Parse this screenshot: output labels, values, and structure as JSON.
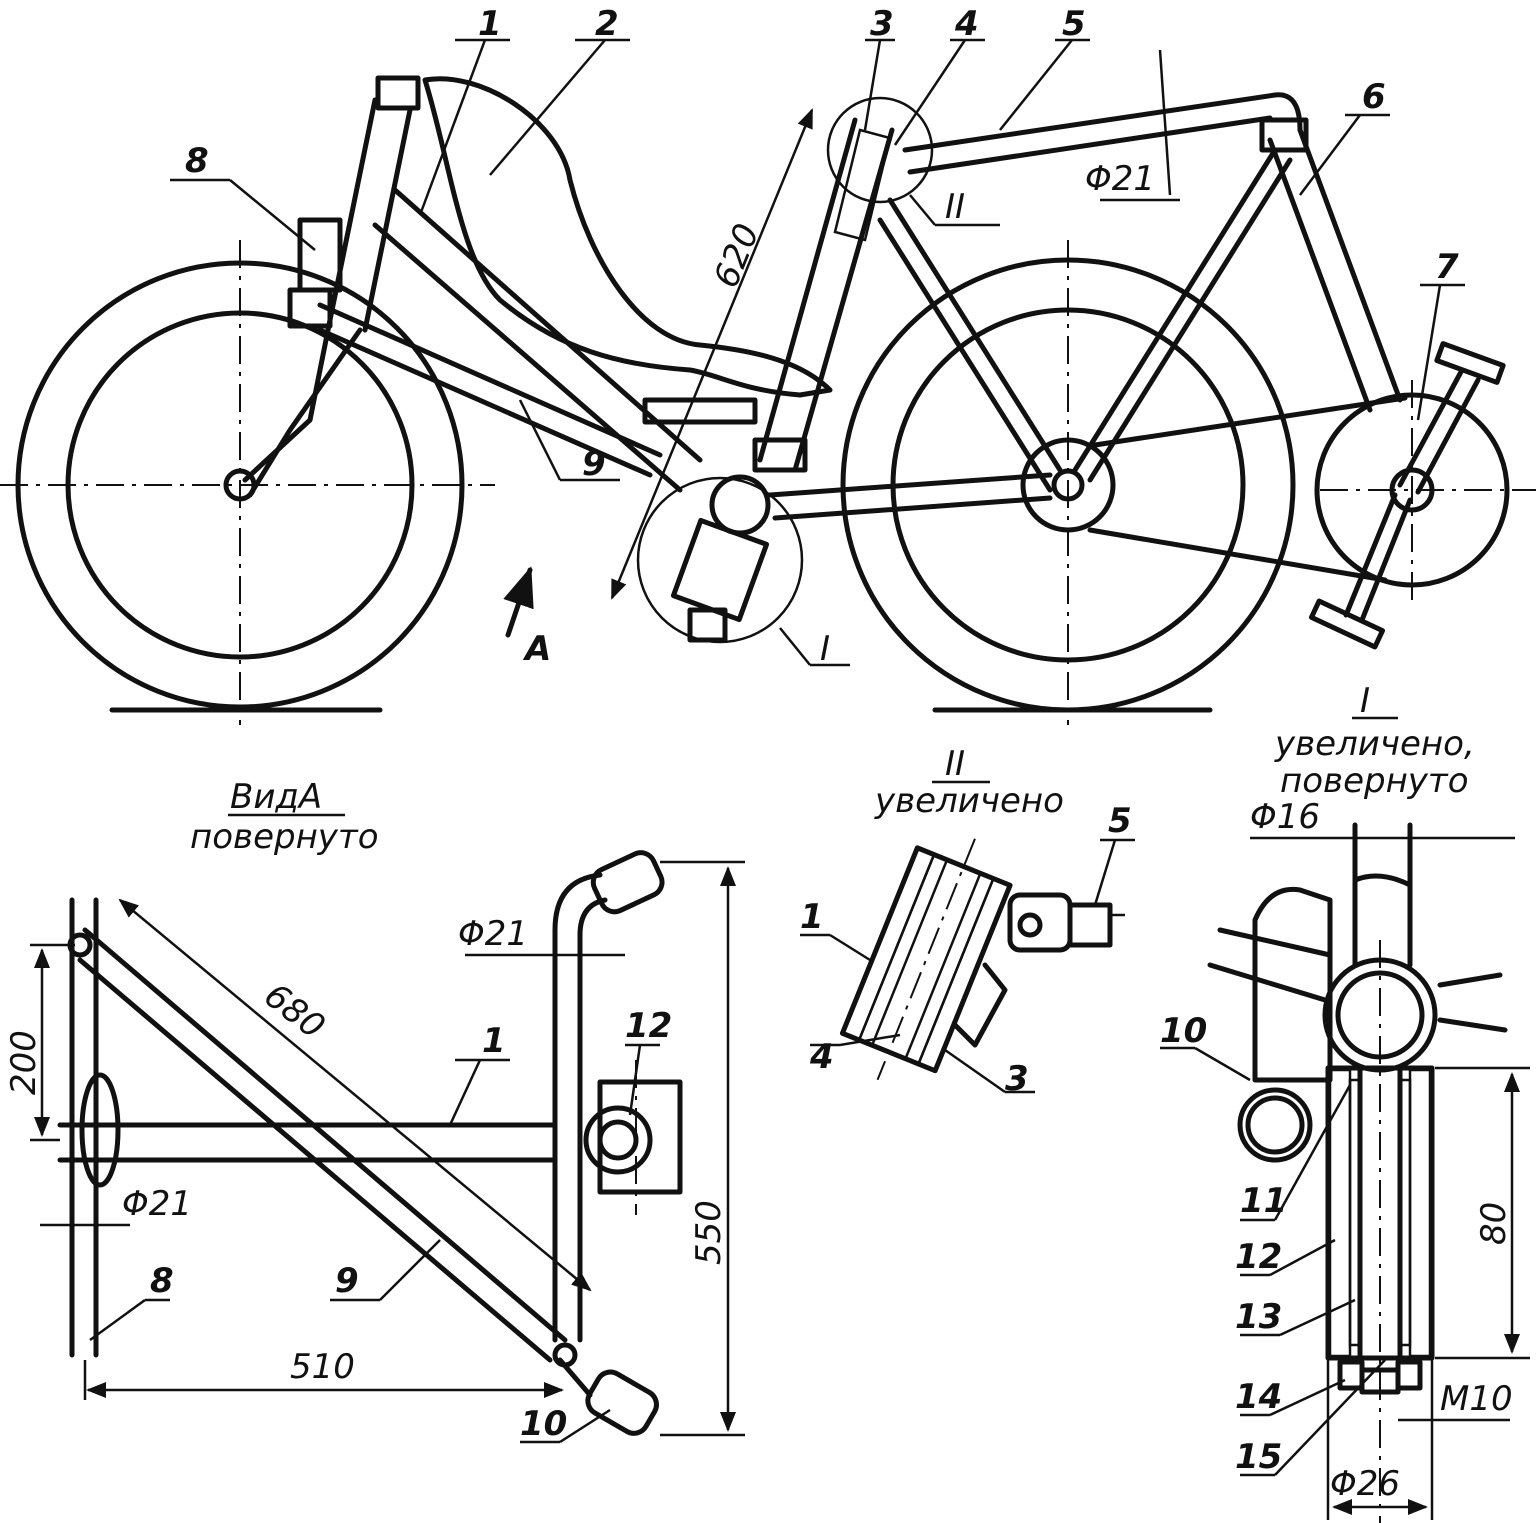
{
  "main_view": {
    "parts": [
      "1",
      "2",
      "3",
      "4",
      "5",
      "6",
      "7",
      "8",
      "9"
    ],
    "dims": {
      "d21": "Φ21",
      "len620": "620"
    },
    "detail_II": "II",
    "detail_I": "I",
    "view_arrow": "A"
  },
  "view_a": {
    "title": "ВидА",
    "subtitle": "повернуто",
    "parts": {
      "p1": "1",
      "p8": "8",
      "p9": "9",
      "p10": "10",
      "p12": "12"
    },
    "dims": {
      "d21_top": "Φ21",
      "d21_left": "Φ21",
      "len680": "680",
      "len200": "200",
      "len510": "510",
      "len550": "550"
    }
  },
  "detail_ii": {
    "numeral": "II",
    "caption": "увеличено",
    "parts": {
      "p1": "1",
      "p3": "3",
      "p4": "4",
      "p5": "5"
    }
  },
  "detail_i": {
    "numeral": "I",
    "caption1": "увеличено,",
    "caption2": "повернуто",
    "parts": {
      "p10": "10",
      "p11": "11",
      "p12": "12",
      "p13": "13",
      "p14": "14",
      "p15": "15"
    },
    "dims": {
      "d16": "Φ16",
      "len80": "80",
      "m10": "M10",
      "d26": "Φ26"
    }
  }
}
